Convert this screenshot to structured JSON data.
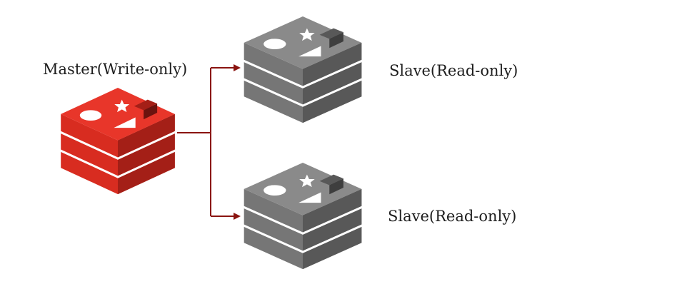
{
  "diagram": {
    "nodes": [
      {
        "id": "master",
        "role": "master",
        "label": "Master(Write-only)",
        "icon": "redis-stack-icon",
        "color": "#d82c20"
      },
      {
        "id": "slave-1",
        "role": "slave",
        "label": "Slave(Read-only)",
        "icon": "redis-stack-icon",
        "color": "#7a7a7a"
      },
      {
        "id": "slave-2",
        "role": "slave",
        "label": "Slave(Read-only)",
        "icon": "redis-stack-icon",
        "color": "#7a7a7a"
      }
    ],
    "edges": [
      {
        "from": "master",
        "to": "slave-1"
      },
      {
        "from": "master",
        "to": "slave-2"
      }
    ],
    "colors": {
      "connector": "#8a1410",
      "master_layer": "#d82c20",
      "master_layer_dark": "#a41f17",
      "master_layer_top": "#e8362a",
      "slave_layer": "#767676",
      "slave_layer_dark": "#585858",
      "slave_layer_top": "#8a8a8a",
      "icon_glyph": "#ffffff",
      "master_glyph_square": "#6b130f",
      "slave_glyph_square": "#3e3e3e"
    }
  }
}
